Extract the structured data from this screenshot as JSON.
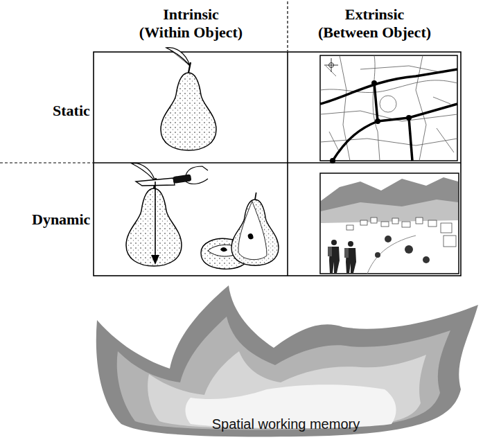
{
  "diagram": {
    "nodes": [
      {
        "text": [
          "Spatial working memory"
        ]
      }
    ],
    "labels": [
      "Intrinsic (Within Object)",
      "Extrinsic (Between Object)",
      "Static",
      "Dynamic"
    ]
  }
}
